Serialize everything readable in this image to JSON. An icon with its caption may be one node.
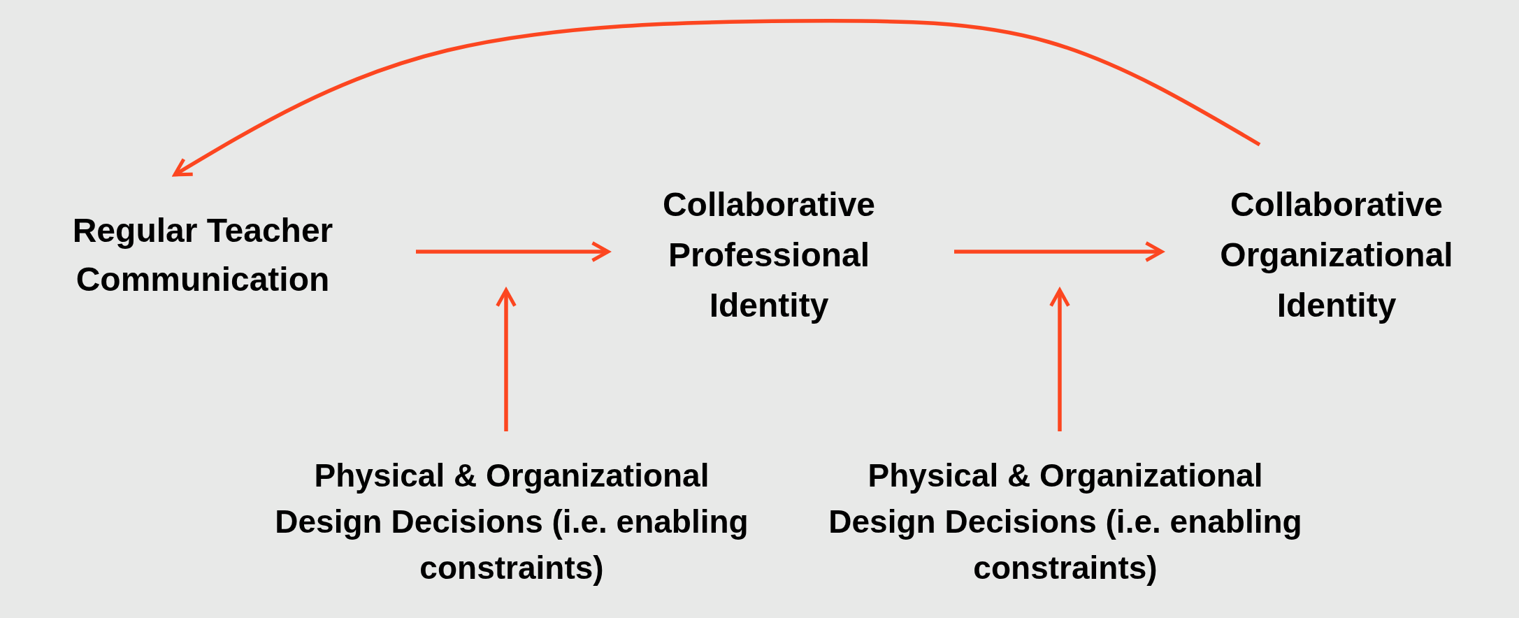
{
  "diagram": {
    "nodes": [
      {
        "text": [
          "Regular Teacher Communication"
        ]
      },
      {
        "text": [
          "Collaborative Professional Identity"
        ]
      },
      {
        "text": [
          "Collaborative Organizational Identity"
        ]
      },
      {
        "text": [
          "Physical & Organizational Design Decisions (i.e. enabling constraints)"
        ]
      },
      {
        "text": [
          "Physical & Organizational Design Decisions (i.e. enabling constraints)"
        ]
      }
    ],
    "edges": [
      {
        "from": 0,
        "to": 1,
        "arrow": "to"
      },
      {
        "from": 1,
        "to": 2,
        "arrow": "to"
      },
      {
        "from": 3,
        "to": null,
        "arrow": "to"
      },
      {
        "from": 4,
        "to": null,
        "arrow": "to"
      },
      {
        "from": 2,
        "to": 0,
        "arrow": "to"
      }
    ]
  }
}
